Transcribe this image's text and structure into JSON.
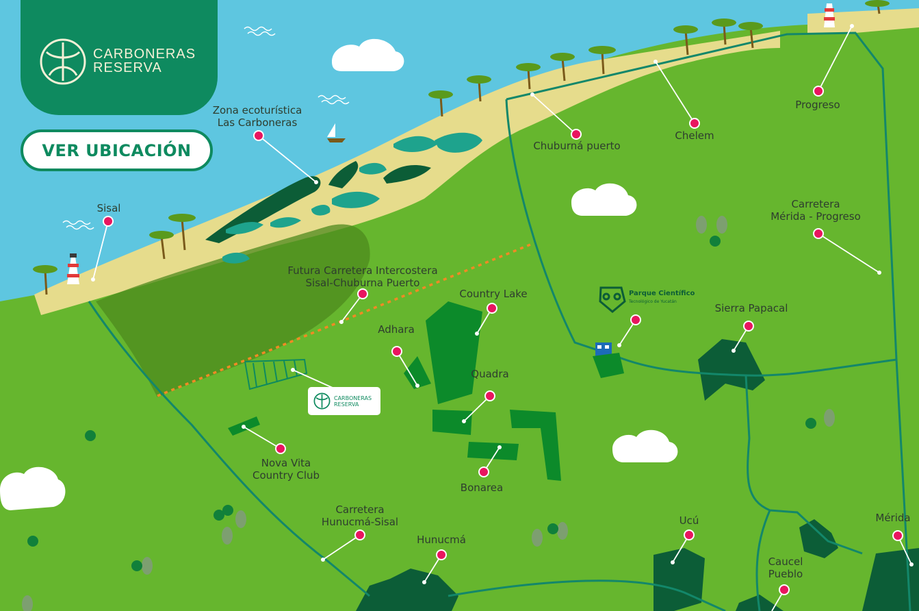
{
  "brand": {
    "line1": "CARBONERAS",
    "line2": "RESERVA"
  },
  "cta": {
    "label": "VER UBICACIÓN"
  },
  "sign": {
    "line1": "CARBONERAS",
    "line2": "RESERVA"
  },
  "parque": {
    "name": "Parque Científico",
    "subtitle": "Tecnológico de Yucatán"
  },
  "labels": {
    "zona": "Zona ecoturística\nLas Carboneras",
    "sisal": "Sisal",
    "chuburna": "Chuburná puerto",
    "chelem": "Chelem",
    "progreso": "Progreso",
    "carretera_progreso": "Carretera\nMérida - Progreso",
    "futura": "Futura Carretera Intercostera\nSisal-Chuburna Puerto",
    "country_lake": "Country Lake",
    "adhara": "Adhara",
    "quadra": "Quadra",
    "sierra": "Sierra Papacal",
    "nova_vita": "Nova Vita\nCountry Club",
    "bonarea": "Bonarea",
    "hunucma_sisal": "Carretera\nHunucmá-Sisal",
    "hunucma": "Hunucmá",
    "ucu": "Ucú",
    "caucel": "Caucel\nPueblo",
    "merida": "Mérida"
  },
  "colors": {
    "sea": "#5ec6e0",
    "land": "#66b62e",
    "beach": "#e6dc8c",
    "dark_green": "#0c5d37",
    "brand_green": "#0e8a5f",
    "pin": "#e8155f",
    "road": "#13876a",
    "dashed_road": "#f08a24"
  }
}
